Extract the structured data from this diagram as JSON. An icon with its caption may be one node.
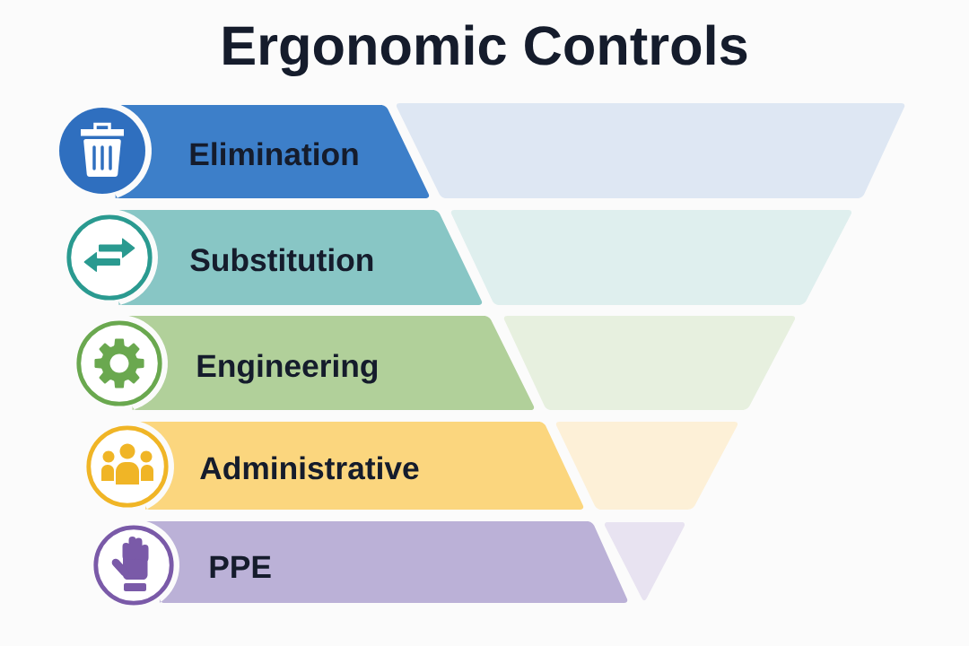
{
  "diagram": {
    "title": "Ergonomic Controls",
    "nodes": [
      {
        "text": [
          "Elimination"
        ]
      },
      {
        "text": [],
        "shape": "trapezoid"
      },
      {
        "text": [
          "Substitution"
        ]
      },
      {
        "text": [],
        "shape": "trapezoid"
      },
      {
        "text": [
          "Engineering"
        ]
      },
      {
        "text": [],
        "shape": "trapezoid"
      },
      {
        "text": [
          "Administrative"
        ]
      },
      {
        "text": [],
        "shape": "trapezoid"
      },
      {
        "text": [
          "PPE"
        ]
      },
      {
        "text": [],
        "shape": "triangle"
      }
    ]
  }
}
